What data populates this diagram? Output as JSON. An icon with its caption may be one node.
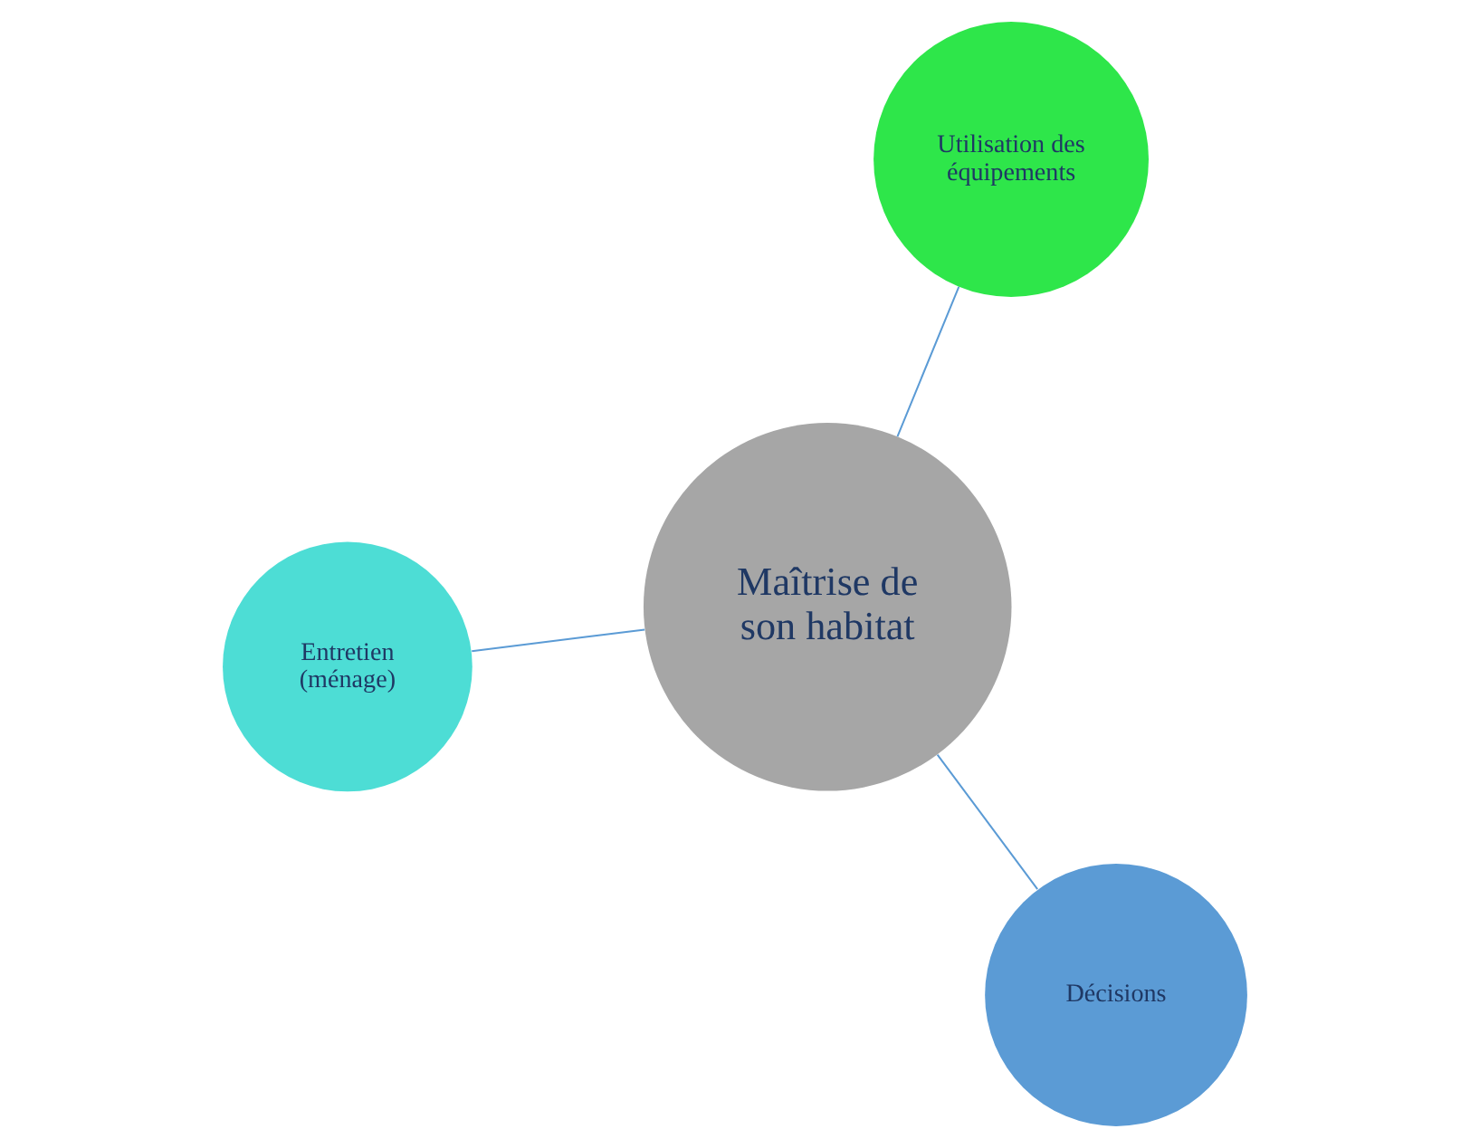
{
  "diagram": {
    "nodes": [
      {
        "text": [
          "Entretien (ménage)"
        ]
      },
      {
        "text": [
          "Maîtrise de son habitat"
        ]
      },
      {
        "text": [
          "Décisions"
        ]
      },
      {
        "text": [
          "Utilisation des équipements"
        ]
      }
    ],
    "edges": [
      {
        "from": 1,
        "to": 0,
        "arrow": "none"
      },
      {
        "from": 1,
        "to": 2,
        "arrow": "none"
      },
      {
        "from": 1,
        "to": 3,
        "arrow": "none"
      }
    ]
  }
}
